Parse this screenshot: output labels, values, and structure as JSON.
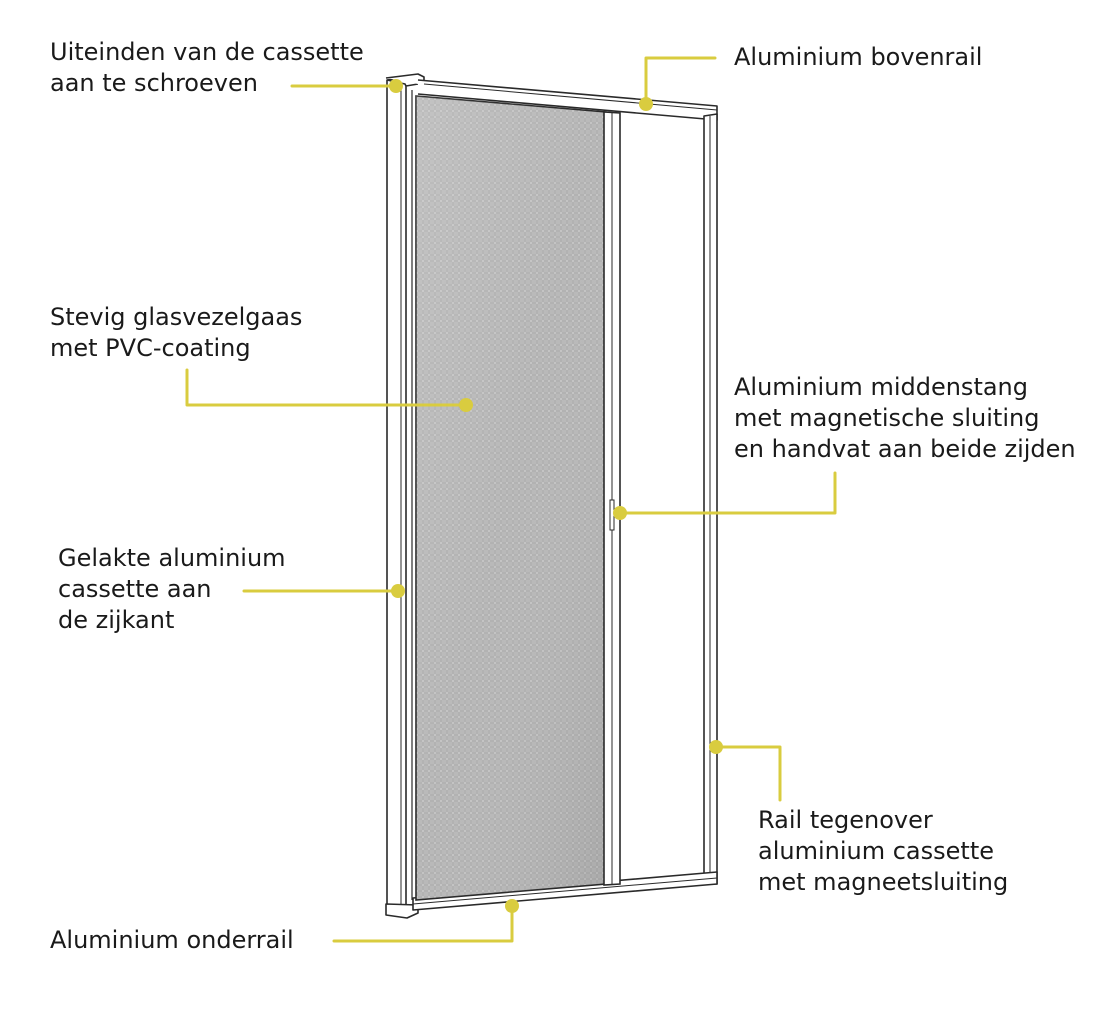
{
  "accent_color": "#d9cc3f",
  "labels": {
    "cassette_ends": [
      "Uiteinden van de cassette",
      "aan te schroeven"
    ],
    "top_rail": [
      "Aluminium bovenrail"
    ],
    "mesh": [
      "Stevig glasvezelgaas",
      "met PVC-coating"
    ],
    "middle_bar": [
      "Aluminium middenstang",
      "met magnetische sluiting",
      "en handvat aan beide zijden"
    ],
    "side_cassette": [
      "Gelakte aluminium",
      "cassette aan",
      "de zijkant"
    ],
    "opposite_rail": [
      "Rail tegenover",
      "aluminium cassette",
      "met magneetsluiting"
    ],
    "bottom_rail": [
      "Aluminium onderrail"
    ]
  }
}
